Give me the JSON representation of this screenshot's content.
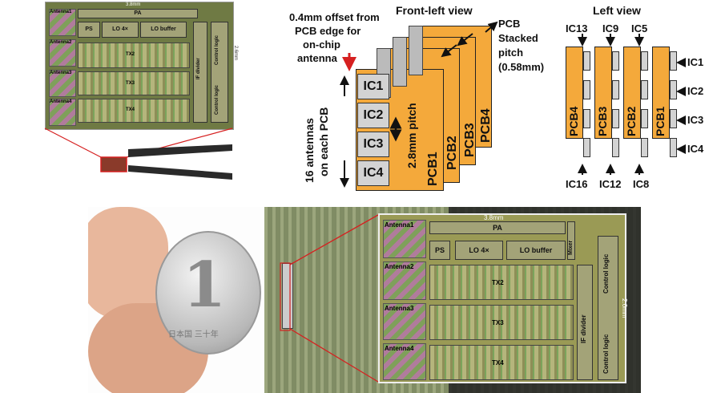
{
  "top_chip": {
    "width_label": "3.8mm",
    "height_label": "2.6mm",
    "antennas": [
      "Antenna1",
      "Antenna2",
      "Antenna3",
      "Antenna4"
    ],
    "pa": "PA",
    "ps": "PS",
    "lo4x": "LO 4×",
    "lo_buffer": "LO buffer",
    "mixer": "Mixer",
    "tx": [
      "TX2",
      "TX3",
      "TX4"
    ],
    "if_divider": "IF divider",
    "control_logic": "Control logic",
    "control_logic2": "Control logic"
  },
  "front_left": {
    "title": "Front-left view",
    "offset_note": [
      "0.4mm offset from",
      "PCB edge for",
      "on-chip",
      "antenna"
    ],
    "pcb_stacked": [
      "PCB",
      "Stacked",
      "pitch",
      "(0.58mm)"
    ],
    "ics": [
      "IC1",
      "IC2",
      "IC3",
      "IC4"
    ],
    "pcbs": [
      "PCB1",
      "PCB2",
      "PCB3",
      "PCB4"
    ],
    "pitch": "2.8mm pitch",
    "antennas_note": [
      "16 antennas",
      "on each PCB"
    ]
  },
  "left_view": {
    "title": "Left view",
    "top_ics": [
      "IC13",
      "IC9",
      "IC5"
    ],
    "bottom_ics": [
      "IC16",
      "IC12",
      "IC8"
    ],
    "right_ics": [
      "IC1",
      "IC2",
      "IC3",
      "IC4"
    ],
    "pcbs": [
      "PCB4",
      "PCB3",
      "PCB2",
      "PCB1"
    ]
  },
  "coin": {
    "numeral": "1",
    "text": "日本国 三十年"
  },
  "colors": {
    "pcb": "#f4a93b",
    "ic": "#d3d3d3",
    "red": "#d62020",
    "chip": "#9a9a55"
  }
}
